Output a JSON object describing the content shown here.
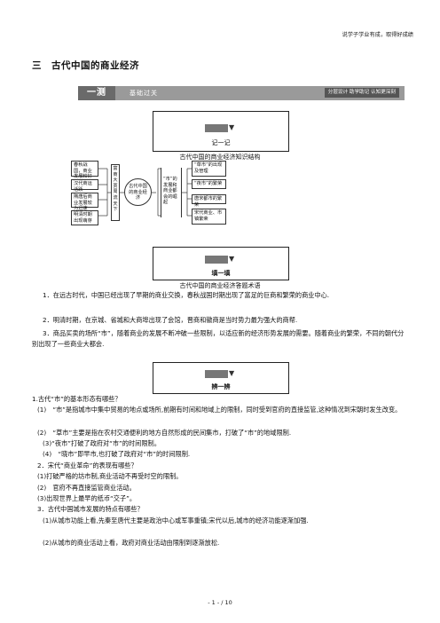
{
  "header_note": "说学子学业有成，取得好成绩",
  "section_title": "三　古代中国的商业经济",
  "banner": {
    "left": "一测",
    "middle": "基础过关",
    "right": "分层设计  助学助记  认知更深刻"
  },
  "box1": {
    "title": "记一记",
    "caption": "古代中国的商业经济知识结构"
  },
  "diagram": {
    "left_items": [
      "春秋战国，商业发展较好",
      "汉代商运活跃",
      "隋唐后商业发展较为迅速",
      "明清时期出现萌芽"
    ],
    "vertical": "富商大贾周流天下",
    "center": "古代中国的商业经济",
    "mid": "“市”的发展和商业都会的崛起",
    "right_items": [
      "“草市”的出现及管理",
      "“夜市”的繁荣",
      "唐宋都市的繁荣",
      "宋代商业、市镇繁荣"
    ]
  },
  "box2": {
    "title": "填一填",
    "caption": "古代中国的商业经济答题术语"
  },
  "paragraphs": [
    "1．在远古时代，中国已经出现了早期的商业交换，春秋战国时期出现了富足的巨商和繁荣的商业中心.",
    "2．明清时期，在京城、省城和大商埠出现了会馆，晋商和徽商是当时势力最为强大的商帮.",
    "3．商品买卖的场所“市”，随着商业的发展不断冲破一些限制，以适应新的经济形势发展的需要。随着商业的繁荣，不同的朝代分别出现了一些商业大都会."
  ],
  "box3": {
    "title": "辨一辨"
  },
  "qa": [
    "1.古代“市”的基本形态有哪些？",
    "(1)　“市”是指城市中集中贸易的地点或场所,前期有时间和地域上的限制，同时受到官府的直接监管,这种情况到宋朝时发生改变。",
    "(2)　“草市”主要是指在农村交通便利的地方自然形成的民间集市，打破了“市”的地域限制.",
    "(3)“夜市”打破了政府对“市”的时间限制。",
    "(4)　“晓市”即早市,也打破了政府对“市”的时间限制.",
    "2．宋代“商业革命”的表现有哪些？",
    "(1)打破严格的坊市制,商业活动不再受时空的限制。",
    "(2)　官府不再直接监管商业活动。",
    "(3)出现世界上最早的纸币“交子”。",
    "3．古代中国城市发展的特点有哪些？",
    "(1)从城市功能上看,先秦至唐代主要是政治中心或军事重镇;宋代以后,城市的经济功能逐渐加强.",
    "(2)从城市的商业活动上看，政府对商业活动由限制到逐渐放松."
  ],
  "footer": "- 1 -  /  10"
}
